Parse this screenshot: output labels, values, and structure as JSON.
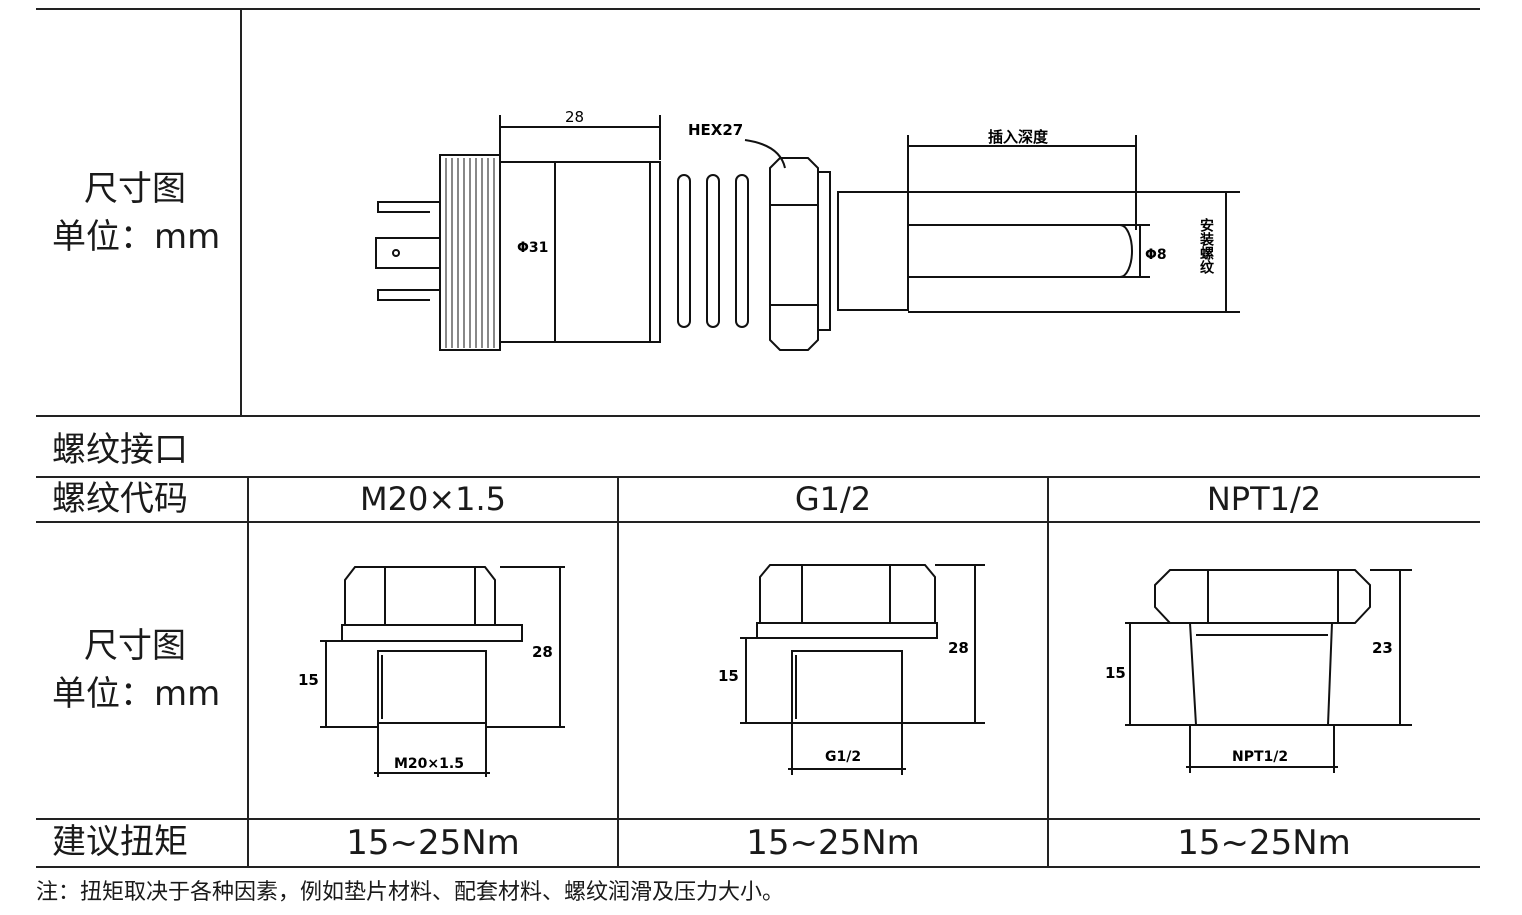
{
  "section1": {
    "label_line1": "尺寸图",
    "label_line2": "单位：mm",
    "drawing": {
      "dim_length": "28",
      "dim_hex": "HEX27",
      "dim_insertion": "插入深度",
      "dim_body_dia": "Φ31",
      "dim_probe_dia": "Φ8",
      "dim_thread_vertical": "安装螺纹"
    }
  },
  "section2": {
    "title": "螺纹接口",
    "header_label": "螺纹代码",
    "codes": [
      "M20×1.5",
      "G1/2",
      "NPT1/2"
    ],
    "dim_label_line1": "尺寸图",
    "dim_label_line2": "单位：mm",
    "fittings": [
      {
        "height": "28",
        "thread_len": "15",
        "thread": "M20×1.5"
      },
      {
        "height": "28",
        "thread_len": "15",
        "thread": "G1/2"
      },
      {
        "height": "23",
        "thread_len": "15",
        "thread": "NPT1/2"
      }
    ],
    "torque_label": "建议扭矩",
    "torques": [
      "15~25Nm",
      "15~25Nm",
      "15~25Nm"
    ]
  },
  "footnote": "注：扭矩取决于各种因素，例如垫片材料、配套材料、螺纹润滑及压力大小。"
}
